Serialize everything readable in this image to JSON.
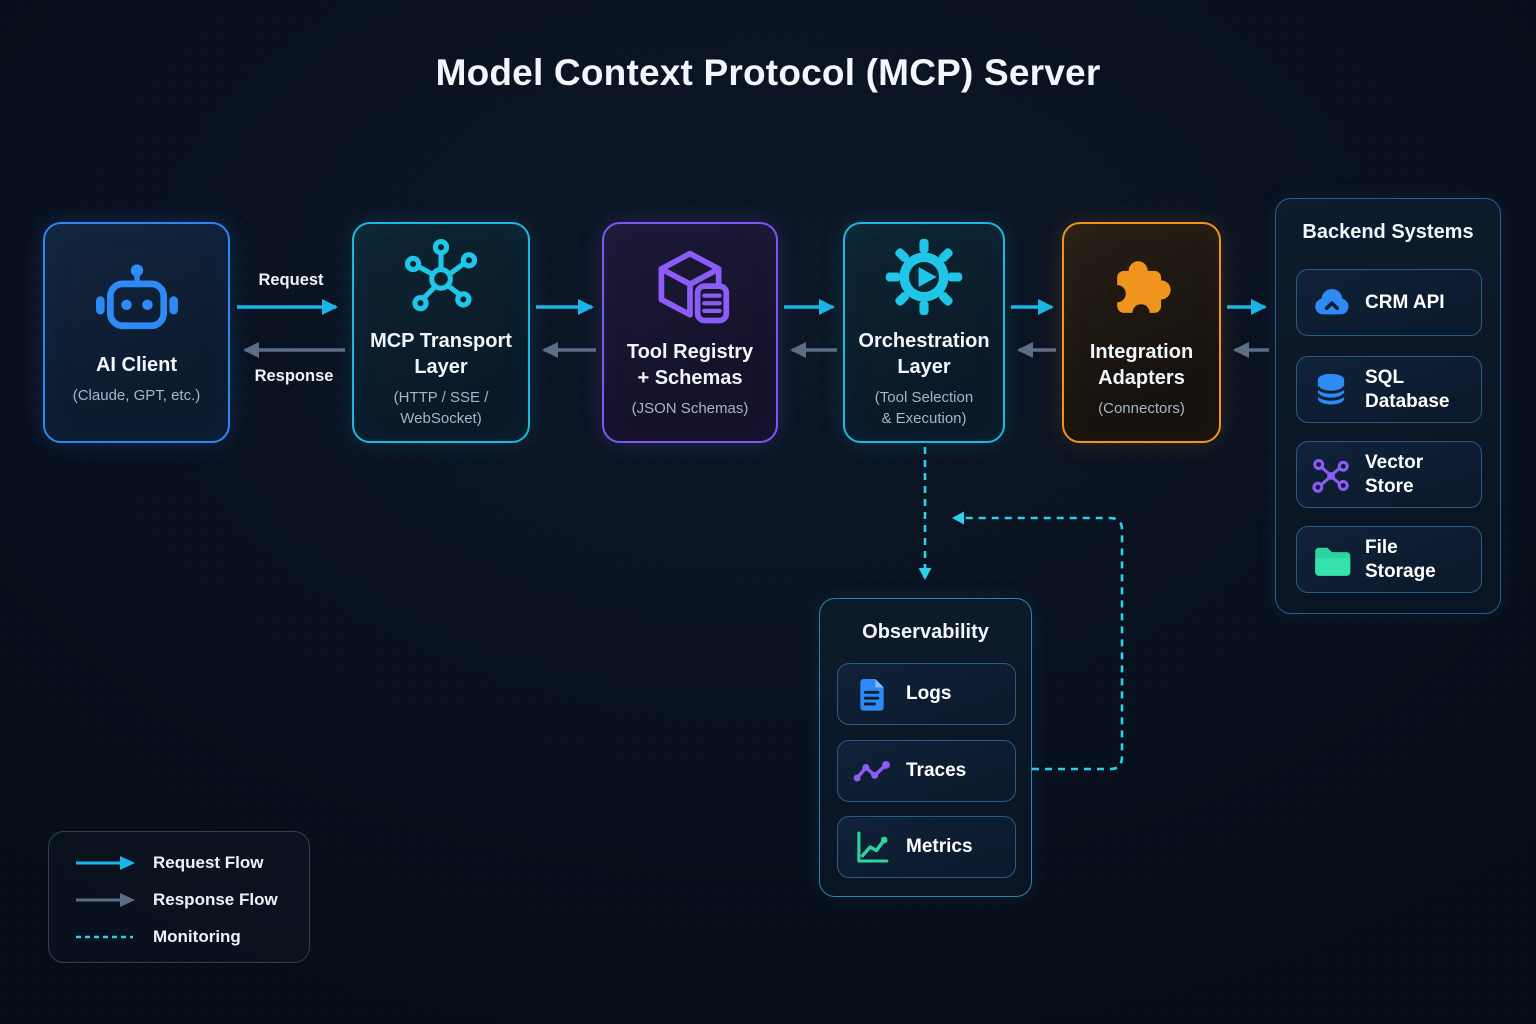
{
  "title": "Model Context Protocol (MCP) Server",
  "flow_labels": {
    "request": "Request",
    "response": "Response"
  },
  "nodes": [
    {
      "id": "ai-client",
      "title": "AI Client",
      "subtitle": "(Claude, GPT, etc.)",
      "icon": "robot-icon",
      "accent": "#2e86f0"
    },
    {
      "id": "mcp-transport-layer",
      "title": "MCP Transport\nLayer",
      "subtitle": "(HTTP / SSE /\nWebSocket)",
      "icon": "network-hub-icon",
      "accent": "#1cb9dd"
    },
    {
      "id": "tool-registry-schemas",
      "title": "Tool Registry\n+ Schemas",
      "subtitle": "(JSON Schemas)",
      "icon": "cube-schemas-icon",
      "accent": "#7b59ef"
    },
    {
      "id": "orchestration-layer",
      "title": "Orchestration\nLayer",
      "subtitle": "(Tool Selection\n& Execution)",
      "icon": "gear-play-icon",
      "accent": "#1cb9dd"
    },
    {
      "id": "integration-adapters",
      "title": "Integration\nAdapters",
      "subtitle": "(Connectors)",
      "icon": "puzzle-piece-icon",
      "accent": "#f0941e"
    }
  ],
  "backend": {
    "title": "Backend Systems",
    "items": [
      {
        "label": "CRM API",
        "icon": "cloud-icon",
        "color": "#2e8af5"
      },
      {
        "label": "SQL\nDatabase",
        "icon": "database-icon",
        "color": "#2e8af5"
      },
      {
        "label": "Vector\nStore",
        "icon": "vector-network-icon",
        "color": "#8b5cf6"
      },
      {
        "label": "File\nStorage",
        "icon": "folder-icon",
        "color": "#2dd4a0"
      }
    ]
  },
  "observability": {
    "title": "Observability",
    "items": [
      {
        "label": "Logs",
        "icon": "log-document-icon",
        "color": "#2e8af5"
      },
      {
        "label": "Traces",
        "icon": "traces-line-icon",
        "color": "#8b5cf6"
      },
      {
        "label": "Metrics",
        "icon": "metrics-chart-icon",
        "color": "#2dd4a0"
      }
    ]
  },
  "legend": {
    "items": [
      {
        "label": "Request Flow",
        "type": "request",
        "color": "#1ab5e8"
      },
      {
        "label": "Response Flow",
        "type": "response",
        "color": "#5d6d84"
      },
      {
        "label": "Monitoring",
        "type": "monitoring",
        "color": "#2bd0ea"
      }
    ]
  },
  "colors": {
    "background": "#091120",
    "request_flow": "#1ab5e8",
    "response_flow": "#5d6d84",
    "monitoring": "#2bd0ea",
    "title_text": "#f3f7fb",
    "subtitle_text": "#a6b6c6"
  }
}
